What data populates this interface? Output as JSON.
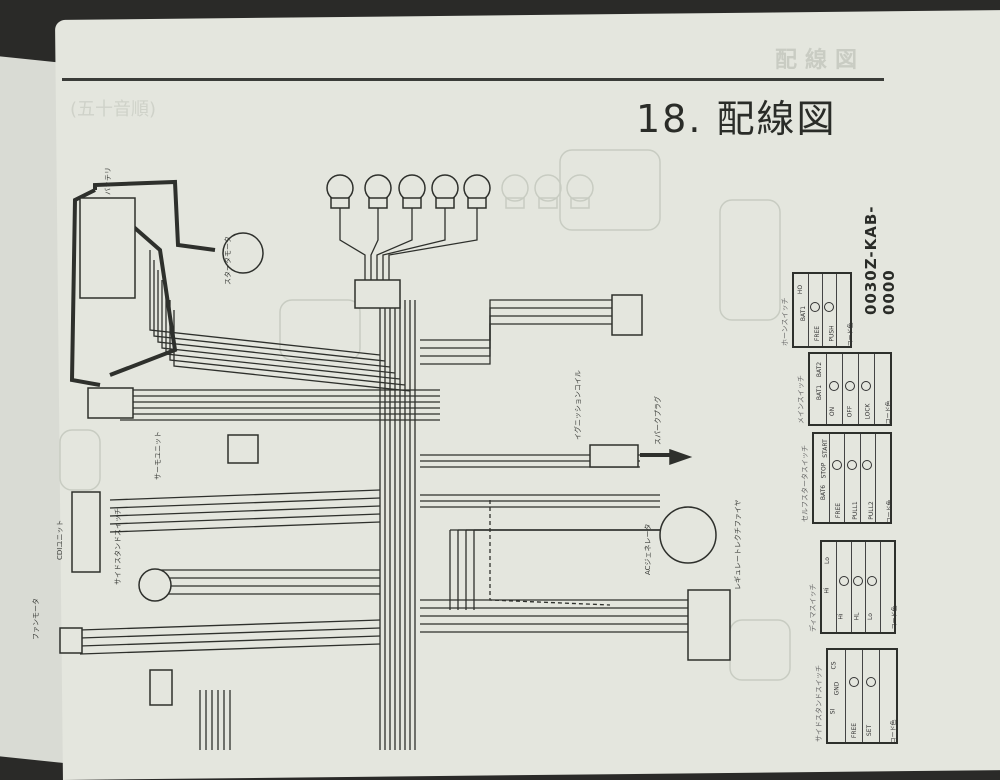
{
  "page": {
    "header_faded": "配線図",
    "title": "18. 配線図",
    "part_number": "0030Z-KAB-0000",
    "faded_left_heading": "(五十音順)"
  },
  "switch_tables": [
    {
      "name": "ホーンスイッチ",
      "columns": [
        "BAT1",
        "HO"
      ],
      "rows": [
        "FREE",
        "PUSH",
        "コード色"
      ]
    },
    {
      "name": "メインスイッチ",
      "columns": [
        "BAT1",
        "BAT2"
      ],
      "rows": [
        "ON",
        "OFF",
        "LOCK",
        "コード色"
      ]
    },
    {
      "name": "セルフスタータスイッチ",
      "columns": [
        "BAT6",
        "STOP",
        "START"
      ],
      "rows": [
        "FREE",
        "PULL1",
        "PULL2",
        "コード色"
      ]
    },
    {
      "name": "ディマスイッチ",
      "columns": [
        "Hi",
        "Lo"
      ],
      "rows": [
        "Hi",
        "HL",
        "Lo",
        "コード色"
      ]
    },
    {
      "name": "サイドスタンドスイッチ",
      "columns": [
        "SI",
        "GND",
        "CS"
      ],
      "rows": [
        "FREE",
        "SET",
        "コード色"
      ]
    }
  ],
  "diagram_labels": {
    "starter_motor": "スタータモータ",
    "battery": "バッテリ",
    "cdi_unit": "CDIユニット",
    "ignition_coil": "イグニッションコイル",
    "spark_plug": "スパークプラグ",
    "ac_generator": "ACジェネレータ",
    "regulator_rectifier": "レギュレートレクチファイヤ",
    "fan_motor": "ファンモータ",
    "side_stand_switch": "サイドスタンドスイッチ",
    "thermo_unit": "サーモユニット"
  }
}
